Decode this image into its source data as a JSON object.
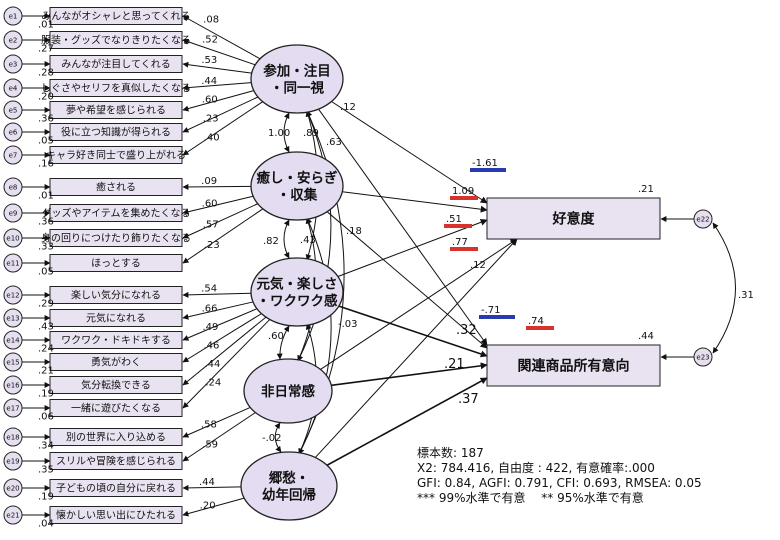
{
  "latents": [
    {
      "id": "sanka",
      "lines": [
        "参加・注目",
        "・同一視"
      ]
    },
    {
      "id": "iyashi",
      "lines": [
        "癒し・安らぎ",
        "・収集"
      ]
    },
    {
      "id": "genki",
      "lines": [
        "元気・楽しさ",
        "・ワクワク感"
      ]
    },
    {
      "id": "hinichi",
      "lines": [
        "非日常感"
      ]
    },
    {
      "id": "kyoshu",
      "lines": [
        "郷愁・",
        "幼年回帰"
      ]
    }
  ],
  "outcomes": [
    {
      "id": "kokando",
      "label": "好意度",
      "r2": ".21",
      "error": "e22"
    },
    {
      "id": "shoyu",
      "label": "関連商品所有意向",
      "r2": ".44",
      "error": "e23"
    }
  ],
  "indicators": [
    {
      "error": "e1",
      "label": "みんながオシャレと思ってくれる",
      "loading": ".08",
      "r2": ".01"
    },
    {
      "error": "e2",
      "label": "服装・グッズでなりきりたくなる",
      "loading": ".52",
      "r2": ".27"
    },
    {
      "error": "e3",
      "label": "みんなが注目してくれる",
      "loading": ".53",
      "r2": ".28"
    },
    {
      "error": "e4",
      "label": "しぐさやセリフを真似したくなる",
      "loading": ".44",
      "r2": ".20"
    },
    {
      "error": "e5",
      "label": "夢や希望を感じられる",
      "loading": ".60",
      "r2": ".36"
    },
    {
      "error": "e6",
      "label": "役に立つ知識が得られる",
      "loading": ".23",
      "r2": ".05"
    },
    {
      "error": "e7",
      "label": "キャラ好き同士で盛り上がれる",
      "loading": ".40",
      "r2": ".16"
    },
    {
      "error": "e8",
      "label": "癒される",
      "loading": ".09",
      "r2": ".01"
    },
    {
      "error": "e9",
      "label": "グッズやアイテムを集めたくなる",
      "loading": ".60",
      "r2": ".36"
    },
    {
      "error": "e10",
      "label": "身の回りにつけたり飾りたくなる",
      "loading": ".57",
      "r2": ".33"
    },
    {
      "error": "e11",
      "label": "ほっとする",
      "loading": ".23",
      "r2": ".05"
    },
    {
      "error": "e12",
      "label": "楽しい気分になれる",
      "loading": ".54",
      "r2": ".29"
    },
    {
      "error": "e13",
      "label": "元気になれる",
      "loading": ".66",
      "r2": ".43"
    },
    {
      "error": "e14",
      "label": "ワクワク・ドキドキする",
      "loading": ".49",
      "r2": ".24"
    },
    {
      "error": "e15",
      "label": "勇気がわく",
      "loading": ".46",
      "r2": ".21"
    },
    {
      "error": "e16",
      "label": "気分転換できる",
      "loading": ".44",
      "r2": ".19"
    },
    {
      "error": "e17",
      "label": "一緒に遊びたくなる",
      "loading": ".24",
      "r2": ".06"
    },
    {
      "error": "e18",
      "label": "別の世界に入り込める",
      "loading": ".58",
      "r2": ".34"
    },
    {
      "error": "e19",
      "label": "スリルや冒険を感じられる",
      "loading": ".59",
      "r2": ".35"
    },
    {
      "error": "e20",
      "label": "子どもの頃の自分に戻れる",
      "loading": ".44",
      "r2": ".19"
    },
    {
      "error": "e21",
      "label": "懐かしい思い出にひたれる",
      "loading": ".20",
      "r2": ".04"
    }
  ],
  "correlations": [
    {
      "from": "sanka",
      "to": "iyashi",
      "value": "1.00"
    },
    {
      "from": "sanka",
      "to": "genki",
      "value": ".89"
    },
    {
      "from": "sanka",
      "to": "hinichi",
      "value": ".63"
    },
    {
      "from": "sanka",
      "to": "kyoshu",
      "value": ".12"
    },
    {
      "from": "iyashi",
      "to": "genki",
      "value": ".82"
    },
    {
      "from": "iyashi",
      "to": "hinichi",
      "value": ".43"
    },
    {
      "from": "iyashi",
      "to": "kyoshu",
      "value": ".18"
    },
    {
      "from": "genki",
      "to": "hinichi",
      "value": ".60"
    },
    {
      "from": "genki",
      "to": "kyoshu",
      "value": "-.03"
    },
    {
      "from": "hinichi",
      "to": "kyoshu",
      "value": "-.02"
    },
    {
      "from": "e22",
      "to": "e23",
      "value": ".31"
    }
  ],
  "paths": [
    {
      "from": "sanka",
      "to": "kokando",
      "value": "-1.61",
      "mark": "blue"
    },
    {
      "from": "iyashi",
      "to": "kokando",
      "value": "1.09",
      "mark": "red"
    },
    {
      "from": "genki",
      "to": "kokando",
      "value": ".51",
      "mark": "red"
    },
    {
      "from": "hinichi",
      "to": "kokando",
      "value": ".77",
      "mark": "red"
    },
    {
      "from": "kyoshu",
      "to": "kokando",
      "value": ".12",
      "mark": ""
    },
    {
      "from": "sanka",
      "to": "shoyu",
      "value": "-.71",
      "mark": "blue"
    },
    {
      "from": "iyashi",
      "to": "shoyu",
      "value": ".74",
      "mark": "red"
    },
    {
      "from": "genki",
      "to": "shoyu",
      "value": ".32",
      "mark": ""
    },
    {
      "from": "hinichi",
      "to": "shoyu",
      "value": ".21",
      "mark": ""
    },
    {
      "from": "kyoshu",
      "to": "shoyu",
      "value": ".37",
      "mark": ""
    }
  ],
  "mark_colors": {
    "red": "#d9322b",
    "blue": "#2a3bb0"
  },
  "fit_notes": [
    "標本数: 187",
    "X2: 784.416, 自由度 : 422, 有意確率:.000",
    "GFI: 0.84, AGFI: 0.791, CFI: 0.693, RMSEA: 0.05",
    "*** 99%水準で有意　 ** 95%水準で有意"
  ]
}
